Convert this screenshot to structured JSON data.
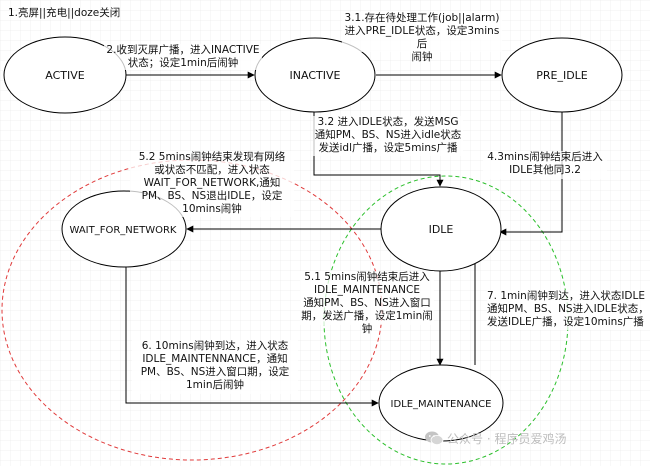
{
  "colors": {
    "grid": "#e6e6e6",
    "stroke": "#000000",
    "red_region": "#e03a3a",
    "green_region": "#2bbf2b",
    "watermark": "#bdbdbd"
  },
  "states": {
    "active": "ACTIVE",
    "inactive": "INACTIVE",
    "pre_idle": "PRE_IDLE",
    "idle": "IDLE",
    "wait_for_network": "WAIT_FOR_NETWORK",
    "idle_maintenance": "IDLE_MAINTENANCE"
  },
  "labels": {
    "t1": "1.亮屏||充电||doze关闭",
    "t2": "2.收到灭屏广播，进入INACTIVE\n状态；设定1min后闹钟",
    "t31": "3.1.存在待处理工作(job||alarm)\n进入PRE_IDLE状态，设定3mins后\n闹钟",
    "t32": "3.2 进入IDLE状态，发送MSG\n通知PM、BS、NS进入idle状态\n发送idl广播，设定5mins广播",
    "t43": "4.3mins闹钟结束后进入\nIDLE其他同3.2",
    "t52": "5.2 5mins闹钟结束发现有网络\n或状态不匹配，进入状态\nWAIT_FOR_NETWORK,通知\nPM、BS、NS退出IDLE，设定\n10mins闹钟",
    "t51": "5.1 5mins闹钟结束后进入\nIDLE_MAINTENANCE\n通知PM、BS、NS进入窗口\n期，发送广播，设定1min闹钟",
    "t6": "6. 10mins闹钟到达，进入状态\nIDLE_MAINTENNANCE，通知\nPM、BS、NS进入窗口期，设定\n1min后闹钟",
    "t7": "7. 1min闹钟到达，进入状态IDLE\n通知PM、BS、NS进入IDLE状态，\n发送IDLE广播，设定10mins广播"
  },
  "watermark": {
    "text": "公众号 · 程序员爱鸡汤",
    "icon": "wechat-icon"
  }
}
